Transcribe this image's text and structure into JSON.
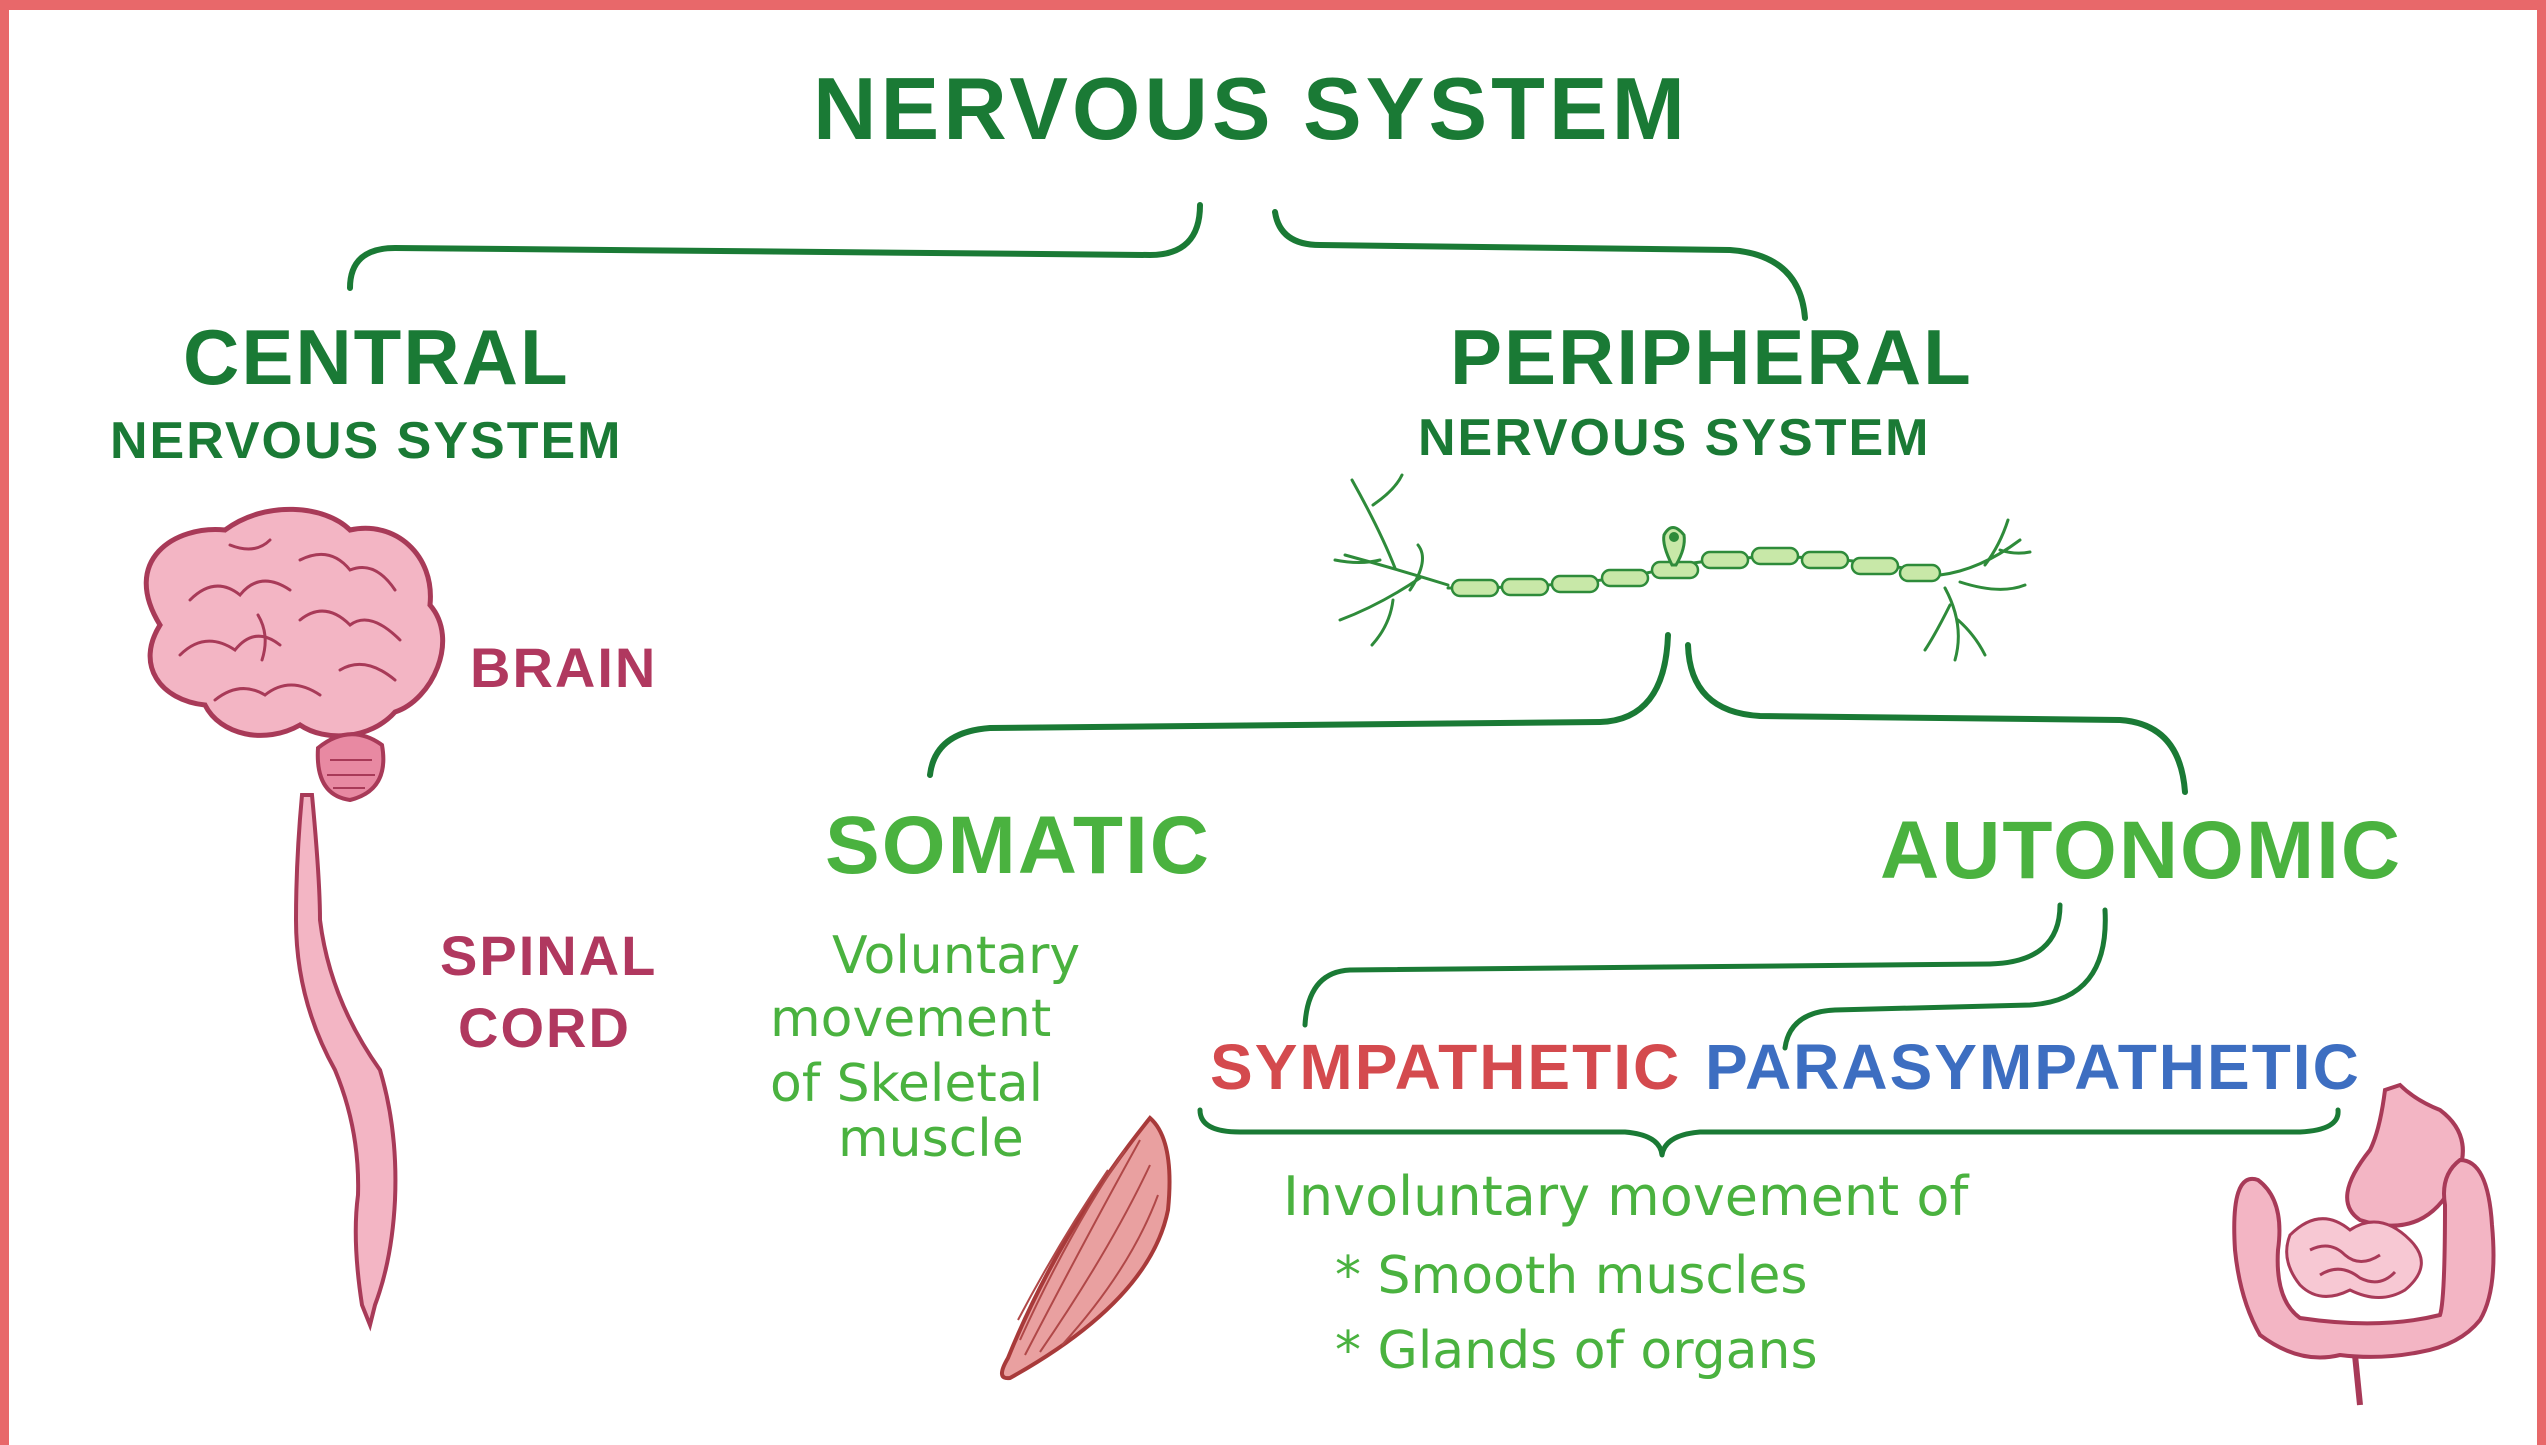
{
  "title": "NERVOUS SYSTEM",
  "central": {
    "line1": "CENTRAL",
    "line2": "NERVOUS SYSTEM",
    "parts": {
      "brain": "BRAIN",
      "spinal_line1": "SPINAL",
      "spinal_line2": "CORD"
    }
  },
  "peripheral": {
    "line1": "PERIPHERAL",
    "line2": "NERVOUS SYSTEM"
  },
  "somatic": {
    "label": "SOMATIC",
    "desc": [
      "Voluntary",
      "movement",
      "of Skeletal",
      "muscle"
    ]
  },
  "autonomic": {
    "label": "AUTONOMIC",
    "sympathetic": "SYMPATHETIC",
    "parasympathetic": "PARASYMPATHETIC",
    "desc_title": "Involuntary movement of",
    "desc_items": [
      "* Smooth muscles",
      "* Glands of organs"
    ]
  },
  "colors": {
    "frame": "#e8686a",
    "dark_green": "#1a7a35",
    "light_green": "#4ab23f",
    "pink_label": "#b0385f",
    "sympathetic_red": "#d44a4e",
    "parasympathetic_blue": "#3d6ec1",
    "organ_pink": "#f3b5c4"
  }
}
